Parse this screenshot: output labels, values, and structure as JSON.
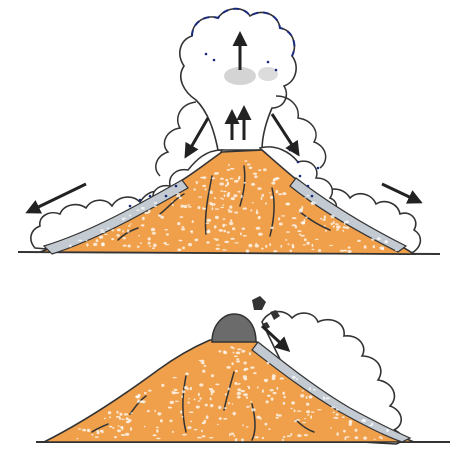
{
  "figure": {
    "panels": [
      {
        "id": "top",
        "items": [
          "volcano-cone",
          "central-eruption-column",
          "left-pyroclastic-flow",
          "right-pyroclastic-flow"
        ]
      },
      {
        "id": "bottom",
        "items": [
          "volcano-cone",
          "lava-dome",
          "dome-collapse-flow"
        ]
      }
    ]
  },
  "colors": {
    "cone_fill": "#f0a04b",
    "cone_speckle": "#ffffff",
    "ink": "#222222",
    "ash_cloud": "#ffffff",
    "ash_outline": "#333333",
    "flow_band": "#bfc7cf",
    "dome": "#6b6b6b",
    "plume_dots": "#1a2a7a",
    "crater_ash": "#c9c9c9"
  },
  "icons": {
    "arrow": "arrow-icon"
  }
}
